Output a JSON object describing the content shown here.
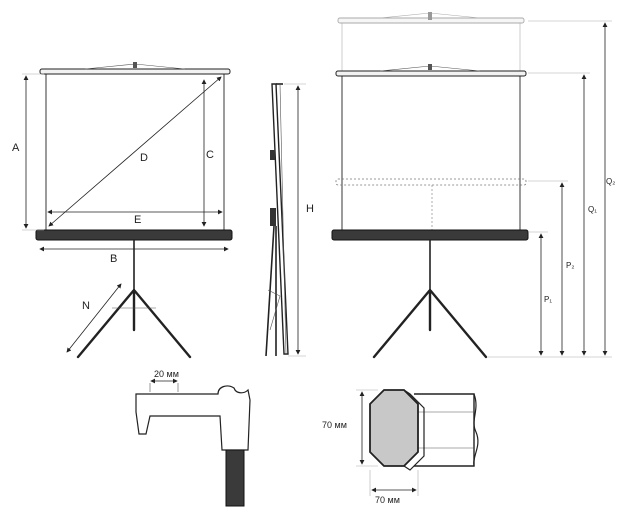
{
  "labels": {
    "A": "A",
    "B": "B",
    "C": "C",
    "D": "D",
    "E": "E",
    "N": "N",
    "H": "H",
    "P1": "P₁",
    "P2": "P₂",
    "Q1": "Q₁",
    "Q2": "Q₂"
  },
  "details": {
    "bracket_width": "20 мм",
    "profile_height": "70 мм",
    "profile_width": "70 мм"
  },
  "colors": {
    "line": "#222222",
    "profile_fill": "#c8c8c8",
    "faint": "#aaaaaa"
  }
}
